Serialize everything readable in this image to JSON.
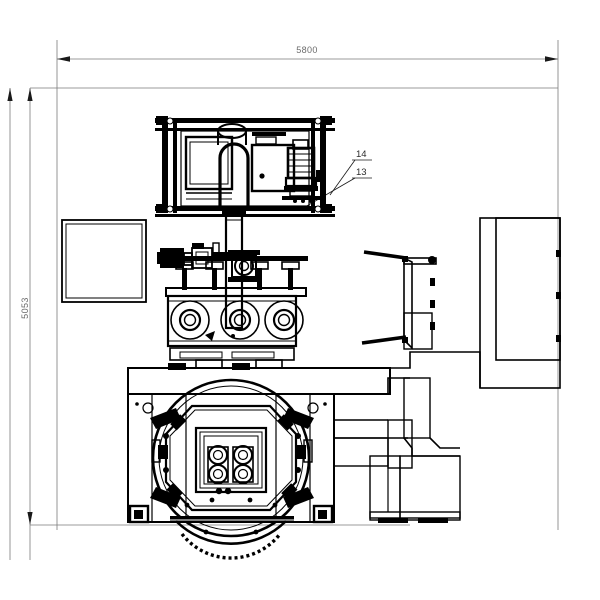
{
  "drawing": {
    "type": "mechanical-assembly-elevation",
    "background_color": "#ffffff",
    "line_color": "#000000",
    "dimension_line_color": "#7a7a7a",
    "dimension_text_color": "#6b6b6b",
    "dimensions": {
      "overall_width": {
        "value": "5800",
        "orientation": "horizontal",
        "position": "top",
        "units_shown": false
      },
      "overall_height": {
        "value": "5053",
        "orientation": "vertical",
        "position": "left",
        "units_shown": false
      }
    },
    "callouts": [
      {
        "id": "14",
        "label": "14",
        "leader": "upper"
      },
      {
        "id": "13",
        "label": "13",
        "leader": "lower"
      }
    ],
    "components": {
      "top_frame_module": "upper-framed-machine-module",
      "top_motor": "drive-motor-finned",
      "central_column": "vertical-duct-column",
      "mid_gearbox": "three-roller-gearbox",
      "mid_motor": "side-drive-motor",
      "left_panel": "square-access-panel",
      "main_drum": "large-circular-drum-chamber",
      "drum_flange": "square-flange-plate",
      "flange_cluster": "four-port-cluster",
      "right_cabinet": "tall-side-cabinet",
      "right_bracket": "support-bracket-arms",
      "lower_duct": "lower-duct-housing"
    }
  }
}
